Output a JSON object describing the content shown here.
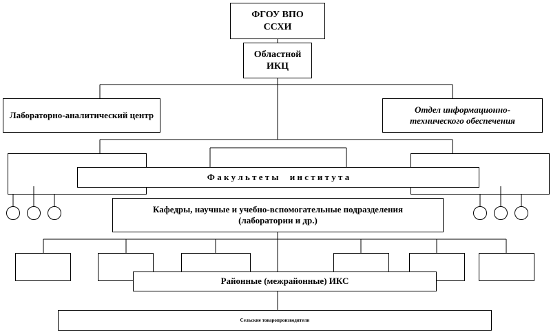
{
  "nodes": {
    "fgou": "ФГОУ ВПО ССХИ",
    "ikc": "Областной ИКЦ",
    "lab_center": "Лабораторно-аналитический центр",
    "it_dept": "Отдел информационно-технического обеспечения",
    "faculties": "Ф а к у л ь т е т ы     и н с т и т у т а",
    "departments": "Кафедры, научные и учебно-вспомогательные подразделения (лаборатории и др.)",
    "district_iks": "Районные (межрайонные) ИКС",
    "producers": "Сельские товаропроизводители"
  },
  "colors": {
    "line": "#000000",
    "background": "#ffffff"
  }
}
